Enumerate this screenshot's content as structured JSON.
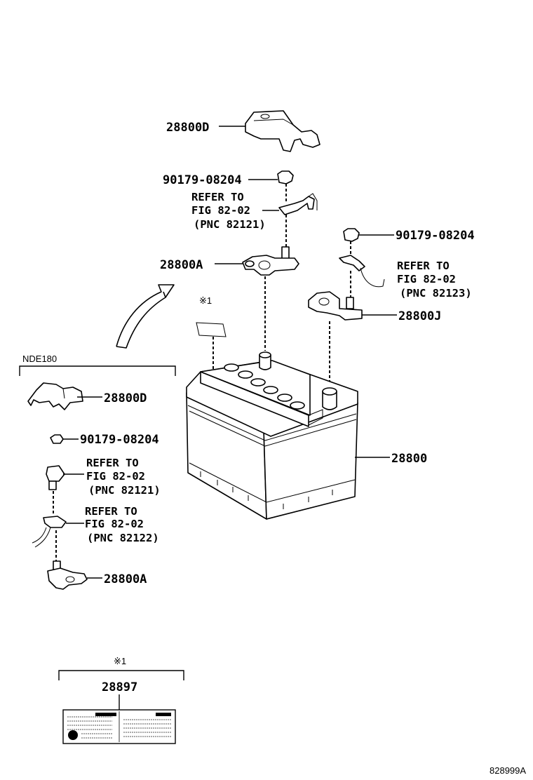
{
  "parts": {
    "cover_top": "28800D",
    "bolt_top": "90179-08204",
    "refer_1": {
      "line1": "REFER TO",
      "line2": "FIG 82-02",
      "line3": "(PNC 82121)"
    },
    "clamp_top": "28800A",
    "bolt_right": "90179-08204",
    "refer_2": {
      "line1": "REFER TO",
      "line2": "FIG 82-02",
      "line3": "(PNC 82123)"
    },
    "clamp_right": "28800J",
    "battery": "28800",
    "note_marker": "※1"
  },
  "inset": {
    "title": "NDE180",
    "cover": "28800D",
    "bolt": "90179-08204",
    "refer_a": {
      "line1": "REFER TO",
      "line2": "FIG 82-02",
      "line3": "(PNC 82121)"
    },
    "refer_b": {
      "line1": "REFER TO",
      "line2": "FIG 82-02",
      "line3": "(PNC 82122)"
    },
    "clamp": "28800A"
  },
  "label_box": {
    "marker": "※1",
    "part": "28897"
  },
  "figure_id": "828999A"
}
